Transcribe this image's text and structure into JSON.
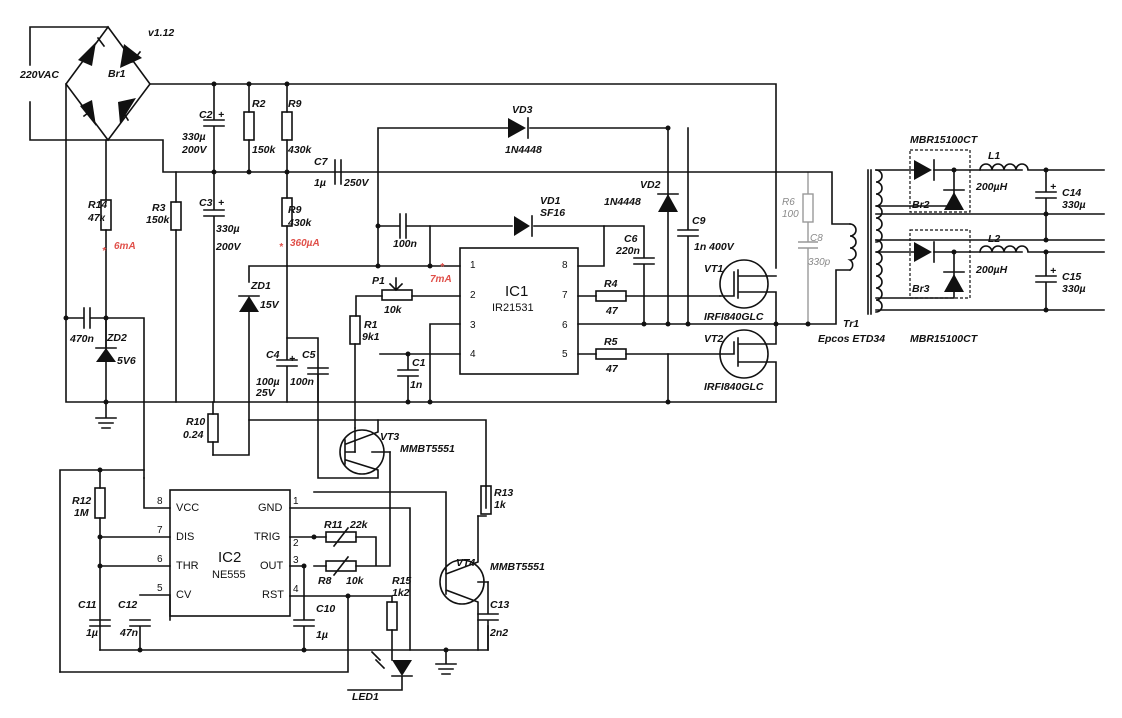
{
  "version": "v1.12",
  "mains": "220VAC",
  "labels": {
    "br1": "Br1",
    "c2": "C2",
    "c2v": "330µ",
    "c2u": "200V",
    "r2": "R2",
    "r2v": "150k",
    "r9a": "R9",
    "r9av": "430k",
    "r9b": "R9",
    "r9bv": "430k",
    "c7": "C7",
    "c7v": "1µ",
    "c7u": "250V",
    "c3": "C3",
    "c3v": "330µ",
    "c3u": "200V",
    "r3": "R3",
    "r3v": "150k",
    "r14": "R14",
    "r14v": "47к",
    "zd2": "ZD2",
    "zd2v": "5V6",
    "c470": "470n",
    "zd1": "ZD1",
    "zd1v": "15V",
    "vd3": "VD3",
    "vd3v": "1N4448",
    "vd1": "VD1",
    "vd1v": "SF16",
    "vd2": "VD2",
    "vd2v": "1N4448",
    "c9": "C9",
    "c9v": "1n 400V",
    "c6": "C6",
    "c6v": "220n",
    "c100n": "100n",
    "p1": "P1",
    "p1v": "10k",
    "r1": "R1",
    "r1v": "9k1",
    "c1": "C1",
    "c1v": "1n",
    "r4": "R4",
    "r4v": "47",
    "r5": "R5",
    "r5v": "47",
    "vt1": "VT1",
    "vt1v": "IRFI840GLC",
    "vt2": "VT2",
    "vt2v": "IRFI840GLC",
    "r6": "R6",
    "r6v": "100",
    "c8": "C8",
    "c8v": "330p",
    "tr1": "Tr1",
    "tr1v": "Epcos ETD34",
    "mbr_top": "MBR15100CT",
    "mbr_bot": "MBR15100CT",
    "br2": "Br2",
    "br3": "Br3",
    "l1": "L1",
    "l1v": "200µH",
    "l2": "L2",
    "l2v": "200µH",
    "c14": "C14",
    "c14v": "330µ",
    "c15": "C15",
    "c15v": "330µ",
    "c4": "C4",
    "c4v": "100µ",
    "c4u": "25V",
    "c5": "C5",
    "c5v": "100n",
    "r10": "R10",
    "r10v": "0.24",
    "vt3": "VT3",
    "vt3v": "MMBT5551",
    "r13": "R13",
    "r13v": "1k",
    "vt4": "VT4",
    "vt4v": "MMBT5551",
    "c13": "C13",
    "c13v": "2n2",
    "r12": "R12",
    "r12v": "1M",
    "c11": "C11",
    "c11v": "1µ",
    "c12": "C12",
    "c12v": "47n",
    "r11": "R11",
    "r11v": "22k",
    "r8": "R8",
    "r8v": "10k",
    "r15": "R15",
    "r15v": "1k2",
    "c10": "C10",
    "c10v": "1µ",
    "led1": "LED1",
    "i6": "6mA",
    "i360": "360µA",
    "i7": "7mA"
  },
  "ic1": {
    "name": "IC1",
    "part": "IR21531",
    "pins": [
      "1",
      "2",
      "3",
      "4",
      "8",
      "7",
      "6",
      "5"
    ]
  },
  "ic2": {
    "name": "IC2",
    "part": "NE555",
    "left_pins": [
      "VCC",
      "DIS",
      "THR",
      "CV"
    ],
    "left_nums": [
      "8",
      "7",
      "6",
      "5"
    ],
    "right_pins": [
      "GND",
      "TRIG",
      "OUT",
      "RST"
    ],
    "right_nums": [
      "1",
      "2",
      "3",
      "4"
    ]
  },
  "colors": {
    "ink": "#111111",
    "current": "#e0504a",
    "gray": "#999999"
  }
}
